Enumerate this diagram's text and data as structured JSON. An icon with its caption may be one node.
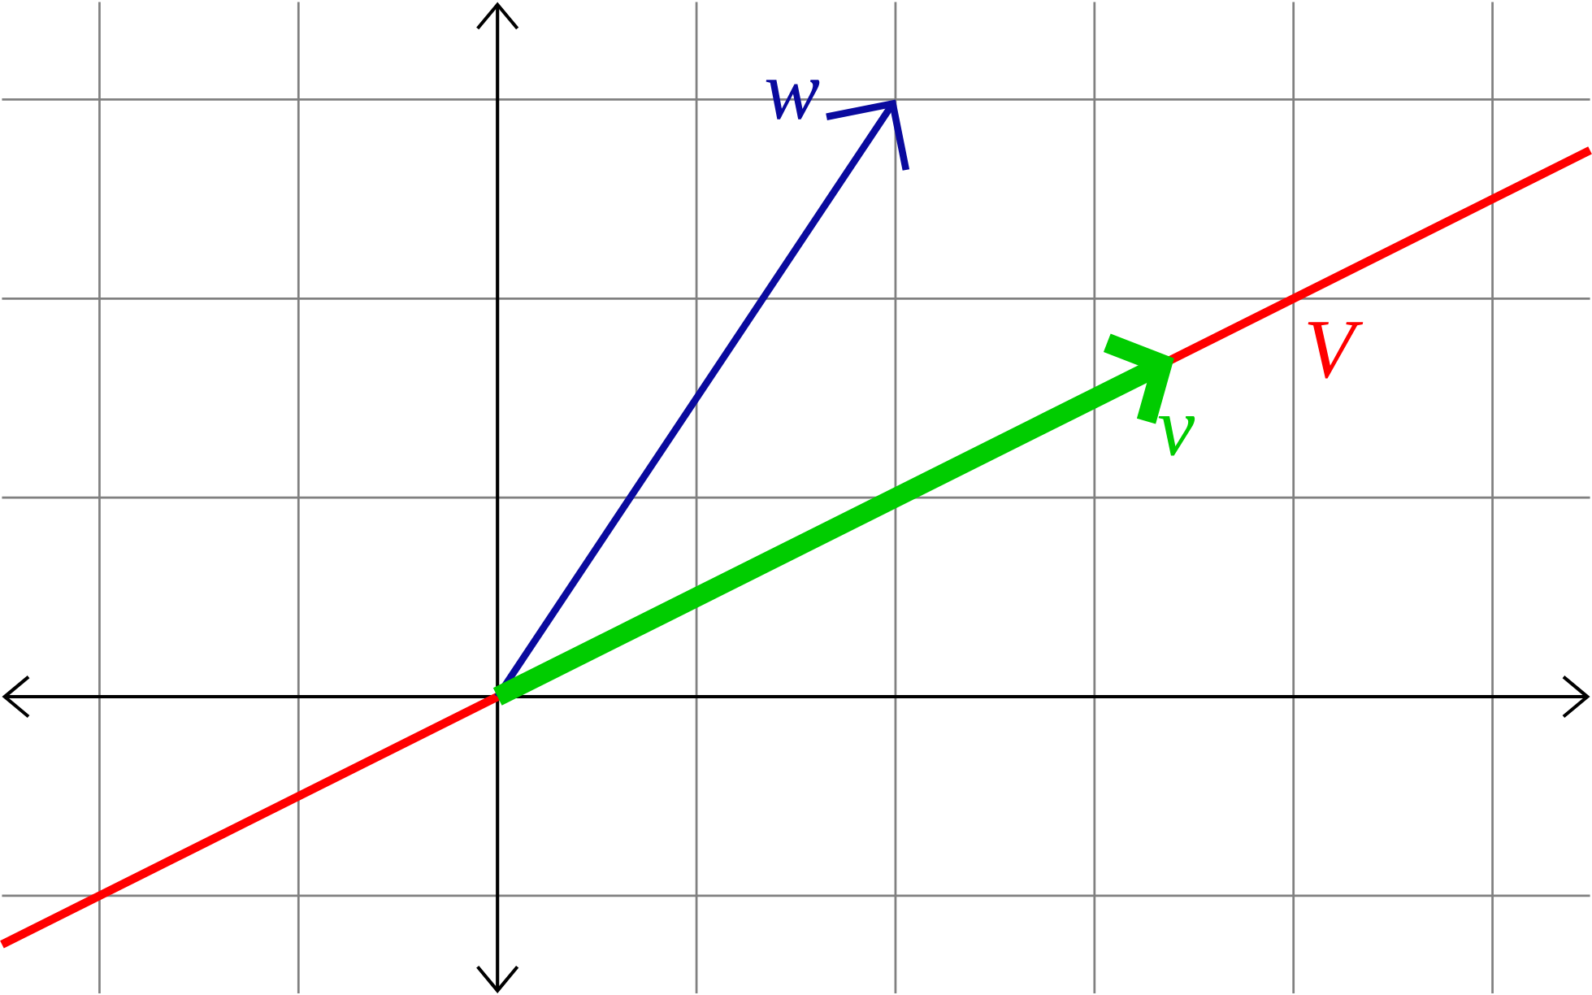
{
  "diagram": {
    "labels": [
      "w",
      "v",
      "V"
    ]
  }
}
